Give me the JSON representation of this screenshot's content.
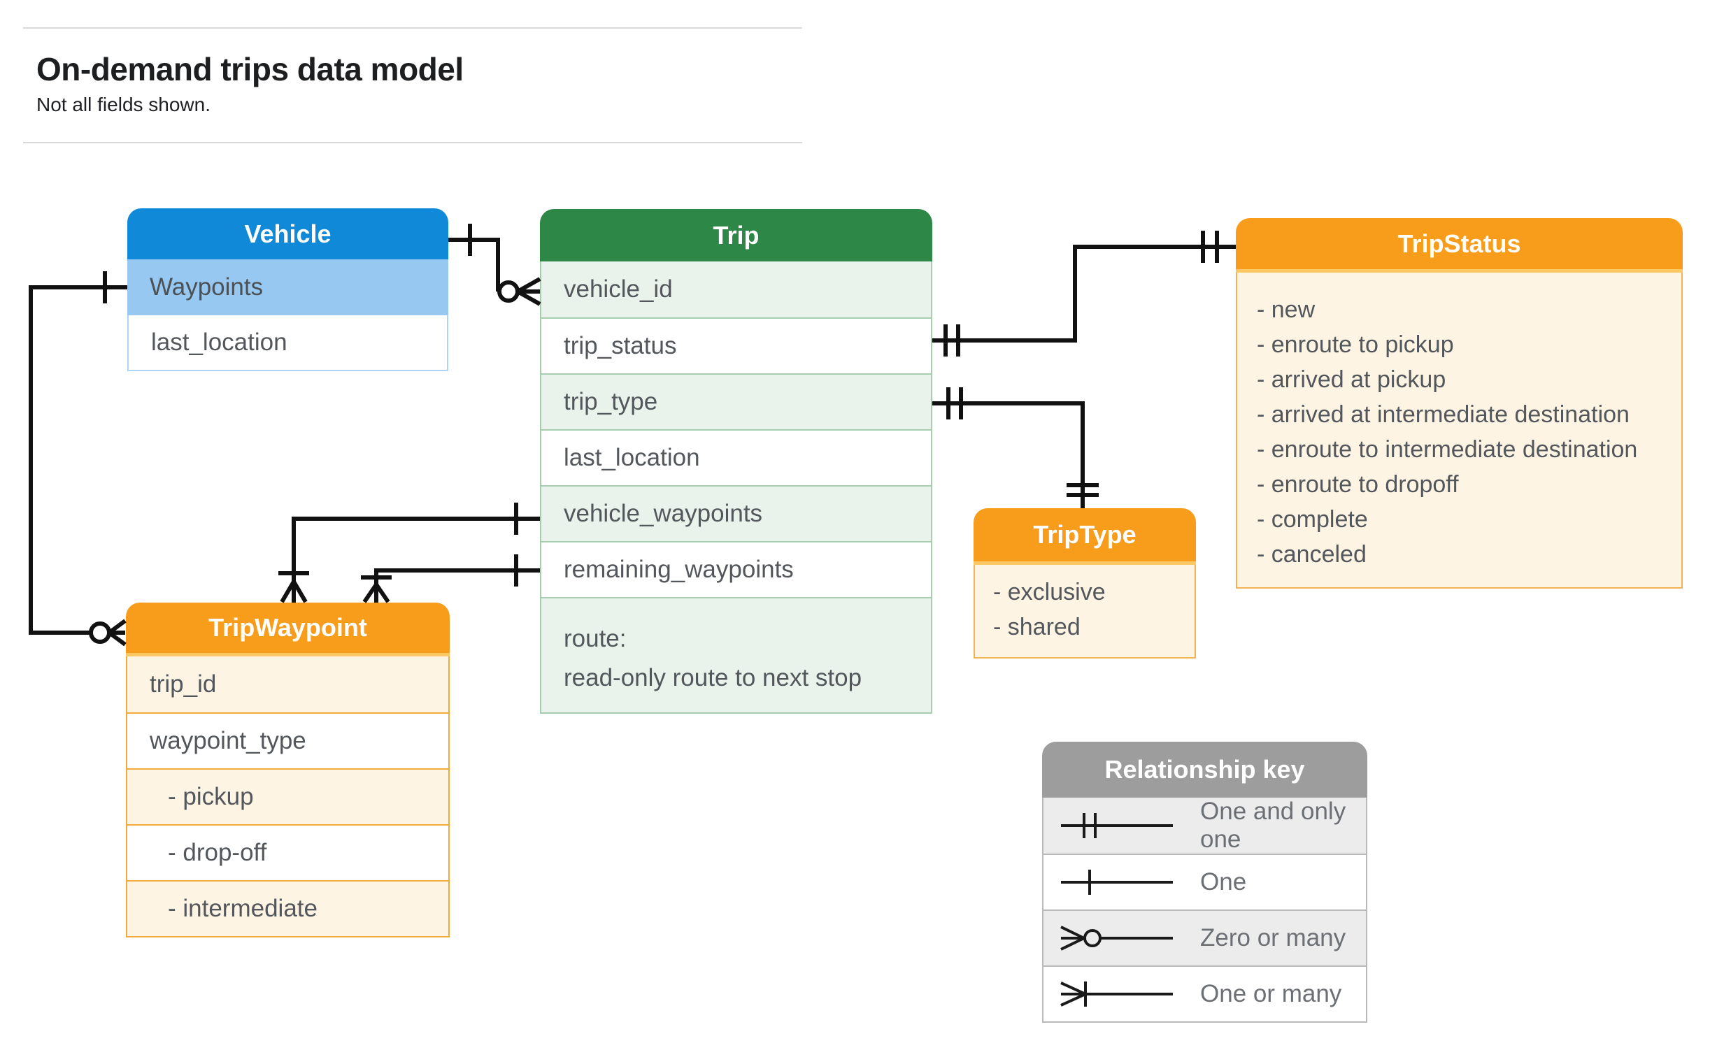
{
  "page": {
    "title": "On-demand trips data model",
    "subtitle": "Not all fields shown."
  },
  "palette": {
    "vehicle_blue": "#1089d8",
    "vehicle_light_blue": "#96c8f2",
    "trip_green": "#2d8847",
    "trip_light_green": "#e9f3ec",
    "entity_orange": "#f89c1c",
    "entity_cream": "#fdf4e3",
    "legend_gray": "#9d9d9d",
    "connector_black": "#111111",
    "row_text_gray": "#53575c"
  },
  "entities": {
    "vehicle": {
      "title": "Vehicle",
      "rows": [
        "Waypoints",
        "last_location"
      ]
    },
    "trip": {
      "title": "Trip",
      "rows": [
        "vehicle_id",
        "trip_status",
        "trip_type",
        "last_location",
        "vehicle_waypoints",
        "remaining_waypoints"
      ],
      "route_label": "route:",
      "route_note": "read-only route to next stop"
    },
    "trip_status": {
      "title": "TripStatus",
      "items": [
        "- new",
        "- enroute to pickup",
        "- arrived at pickup",
        "- arrived at intermediate destination",
        "- enroute to intermediate destination",
        "- enroute to dropoff",
        "- complete",
        "- canceled"
      ]
    },
    "trip_type": {
      "title": "TripType",
      "items": [
        "- exclusive",
        "- shared"
      ]
    },
    "trip_waypoint": {
      "title": "TripWaypoint",
      "rows": [
        "trip_id",
        "waypoint_type"
      ],
      "enum_rows": [
        "- pickup",
        "- drop-off",
        "- intermediate"
      ]
    }
  },
  "legend": {
    "title": "Relationship key",
    "rows": [
      {
        "icon": "one-and-only-one-icon",
        "label": "One and only one"
      },
      {
        "icon": "one-icon",
        "label": "One"
      },
      {
        "icon": "zero-or-many-icon",
        "label": "Zero or many"
      },
      {
        "icon": "one-or-many-icon",
        "label": "One or many"
      }
    ]
  }
}
